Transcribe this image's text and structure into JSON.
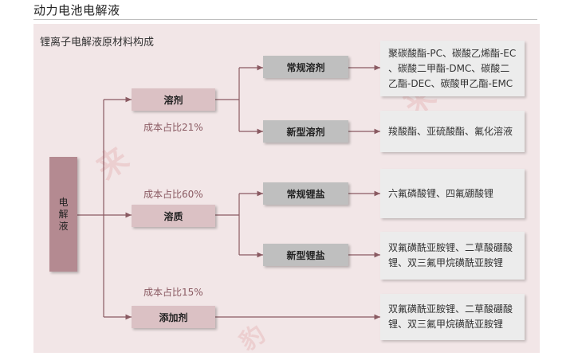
{
  "page_title": "动力电池电解液",
  "panel_title": "锂离子电解液原材料构成",
  "root": {
    "chars": [
      "电",
      "解",
      "液"
    ]
  },
  "level1": [
    {
      "label": "溶剂",
      "cost": "成本占比21%"
    },
    {
      "label": "溶质",
      "cost": "成本占比60%"
    },
    {
      "label": "添加剂",
      "cost": "成本占比15%"
    }
  ],
  "level2": [
    {
      "label": "常规溶剂"
    },
    {
      "label": "新型溶剂"
    },
    {
      "label": "常规锂盐"
    },
    {
      "label": "新型锂盐"
    }
  ],
  "leaves": [
    {
      "lines": [
        "聚碳酸酯-PC、碳酸乙烯酯-EC",
        "、碳酸二甲酯-DMC、碳酸二",
        "乙酯-DEC、碳酸甲乙酯-EMC"
      ]
    },
    {
      "lines": [
        "羧酸酯、亚硫酸酯、氟化溶液"
      ]
    },
    {
      "lines": [
        "六氟磷酸锂、四氟硼酸锂"
      ]
    },
    {
      "lines": [
        "双氟磺酰亚胺锂、二草酸硼酸",
        "锂、双三氟甲烷磺酰亚胺锂"
      ]
    },
    {
      "lines": [
        "双氟磺酰亚胺锂、二草酸硼酸",
        "锂、双三氟甲烷磺酰亚胺锂"
      ]
    }
  ],
  "colors": {
    "panel_bg": "#f2e6e7",
    "root_box": "#b48a91",
    "level1_box": "#dbc1c4",
    "level2_box": "#bfbfbf",
    "leaf_box": "#ececec",
    "connector": "#8a5a62"
  }
}
